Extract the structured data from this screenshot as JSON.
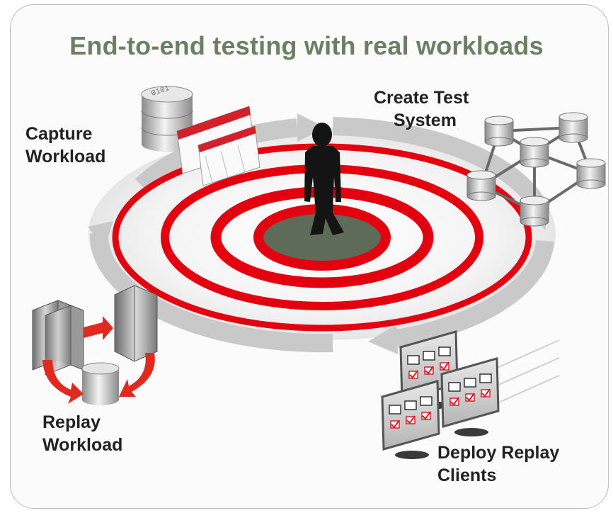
{
  "title": "End-to-end testing with real workloads",
  "labels": {
    "capture": [
      "Capture",
      "Workload"
    ],
    "create": [
      "Create Test",
      "System"
    ],
    "replay": [
      "Replay",
      "Workload"
    ],
    "deploy": [
      "Deploy Replay",
      "Clients"
    ]
  },
  "colors": {
    "title": "#6d7f63",
    "ring_red": "#e3000f",
    "arrow_red": "#e02a1f",
    "cycle_gray": "#c8c8c8",
    "center_disk": "#5e6b58"
  }
}
